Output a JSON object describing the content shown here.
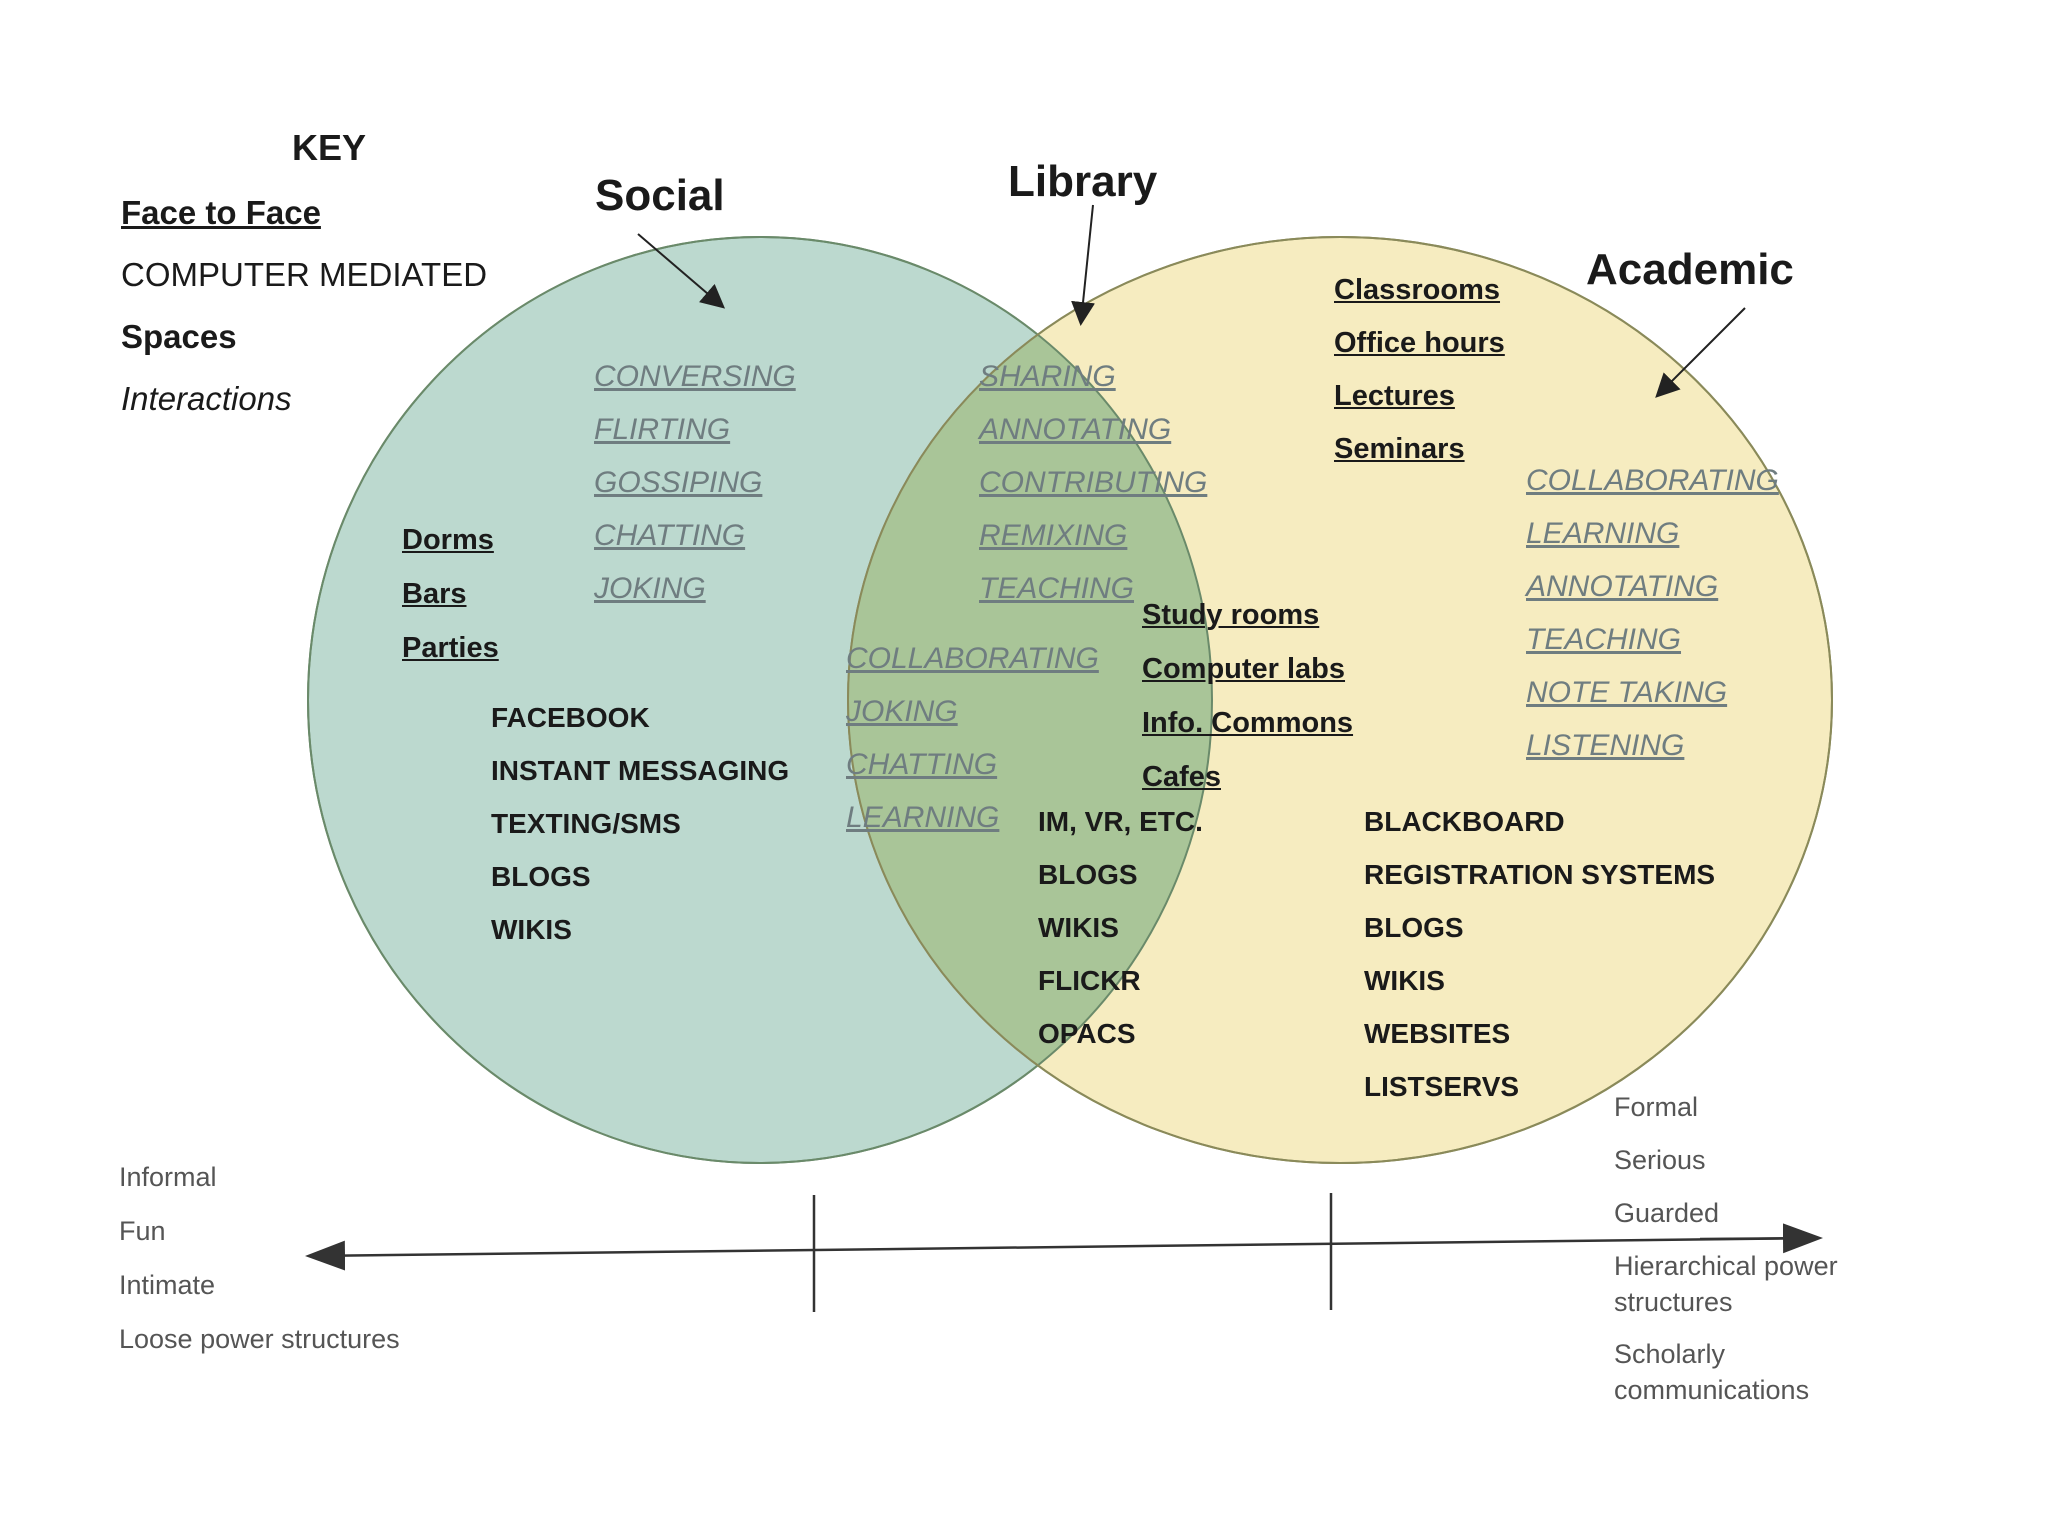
{
  "key": {
    "title": "KEY",
    "face_to_face": "Face to Face",
    "computer_mediated": "COMPUTER MEDIATED",
    "spaces": "Spaces",
    "interactions": "Interactions"
  },
  "sets": {
    "social": {
      "title": "Social",
      "color": "#bcd9cf"
    },
    "library": {
      "title": "Library",
      "color": "#a9c598"
    },
    "academic": {
      "title": "Academic",
      "color": "#f6ecc0"
    }
  },
  "social": {
    "interactions": [
      "CONVERSING",
      "FLIRTING",
      "GOSSIPING",
      "CHATTING",
      "JOKING"
    ],
    "spaces": [
      "Dorms",
      "Bars",
      "Parties"
    ],
    "media": [
      "FACEBOOK",
      "INSTANT MESSAGING",
      "TEXTING/SMS",
      "BLOGS",
      "WIKIS"
    ]
  },
  "library": {
    "interactions_top": [
      "SHARING",
      "ANNOTATING",
      "CONTRIBUTING",
      "REMIXING",
      "TEACHING"
    ],
    "interactions_bottom": [
      "COLLABORATING",
      "JOKING",
      "CHATTING",
      "LEARNING"
    ],
    "spaces": [
      "Study rooms",
      "Computer labs",
      "Info. Commons",
      "Cafes"
    ],
    "media": [
      "IM, VR, ETC.",
      "BLOGS",
      "WIKIS",
      "FLICKR",
      "OPACS"
    ]
  },
  "academic": {
    "spaces": [
      "Classrooms",
      "Office hours",
      "Lectures",
      "Seminars"
    ],
    "interactions": [
      "COLLABORATING",
      "LEARNING",
      "ANNOTATING",
      "TEACHING",
      "NOTE TAKING",
      "LISTENING"
    ],
    "media": [
      "BLACKBOARD",
      "REGISTRATION SYSTEMS",
      "BLOGS",
      "WIKIS",
      "WEBSITES",
      "LISTSERVS"
    ]
  },
  "scale": {
    "left": [
      "Informal",
      "Fun",
      "Intimate",
      "Loose power structures"
    ],
    "right": [
      "Formal",
      "Serious",
      "Guarded",
      "Hierarchical power structures",
      "Scholarly communications"
    ]
  },
  "colors": {
    "outline": "#6a8a6a",
    "interaction_text": "#6f7d80",
    "axis": "#333333"
  }
}
